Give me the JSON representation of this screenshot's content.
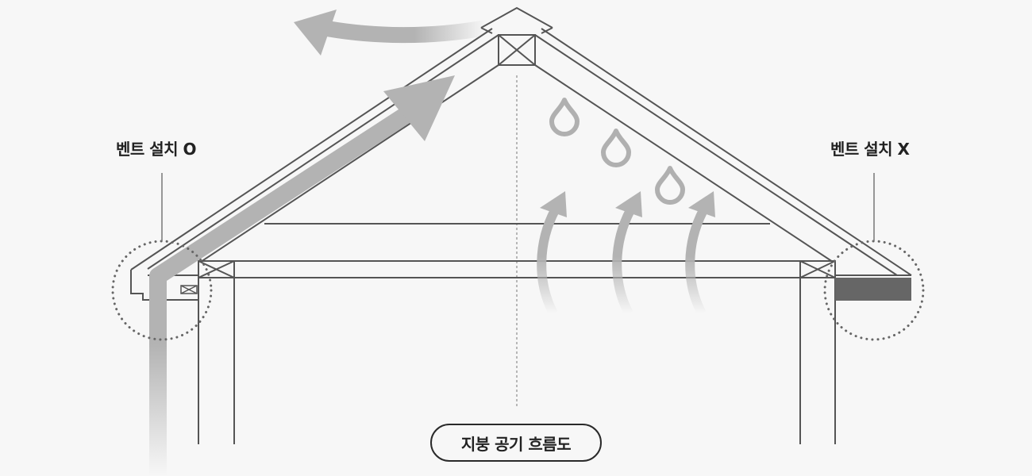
{
  "labels": {
    "vent_installed": "벤트 설치 O",
    "vent_not_installed": "벤트 설치 X",
    "caption": "지붕 공기 흐름도"
  },
  "icons": {
    "water_drop": "water-drop-icon",
    "airflow_arrow": "airflow-arrow-icon"
  },
  "colors": {
    "background": "#f7f7f7",
    "line": "#555555",
    "airflow": "#b3b3b3",
    "blocked_vent": "#666666"
  }
}
